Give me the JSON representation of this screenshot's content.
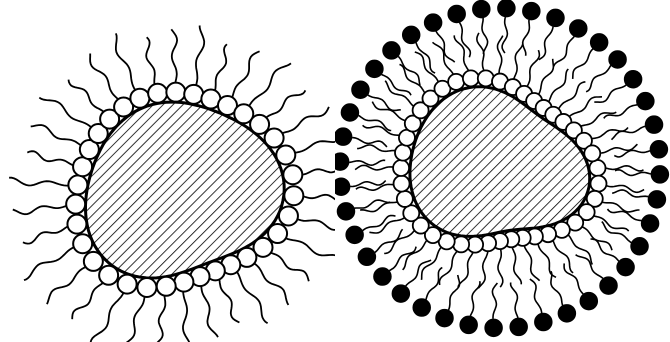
{
  "figure": {
    "panels": [
      {
        "id": "left",
        "structure": "monolayer",
        "core": "hatched",
        "head_fill": "#ffffff",
        "head_count": 34,
        "tail_style": "wavy"
      },
      {
        "id": "right",
        "structure": "bilayer",
        "core": "hatched",
        "inner_head_fill": "#ffffff",
        "outer_head_fill": "#000000",
        "inner_head_count": 40,
        "outer_head_count": 40,
        "tail_style": "wavy"
      }
    ],
    "colors": {
      "ink": "#000000",
      "paper": "#ffffff"
    }
  }
}
